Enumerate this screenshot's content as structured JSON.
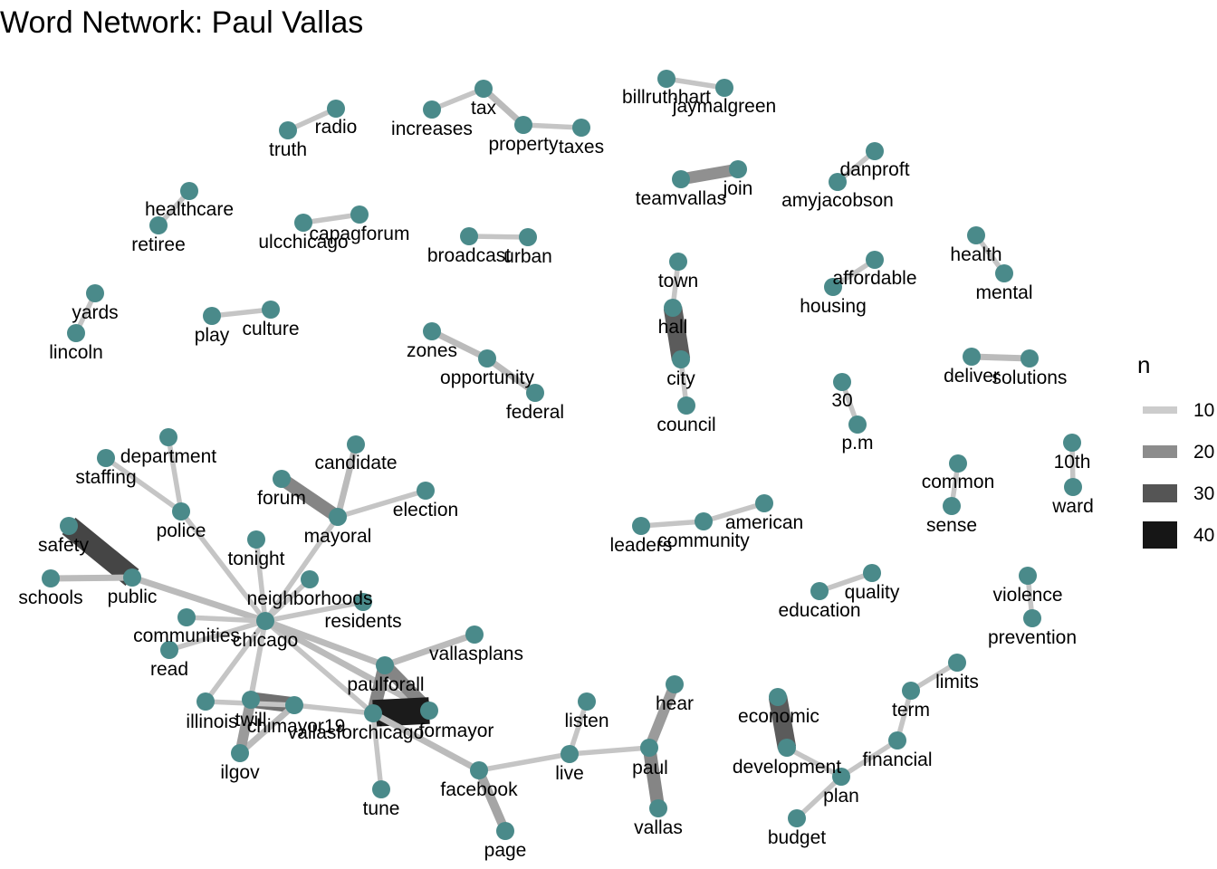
{
  "title": "Word Network: Paul Vallas",
  "node_color": "#4a8a8a",
  "legend": {
    "title": "n",
    "items": [
      {
        "label": "10",
        "color": "#cccccc"
      },
      {
        "label": "20",
        "color": "#8c8c8c"
      },
      {
        "label": "30",
        "color": "#555555"
      },
      {
        "label": "40",
        "color": "#161616"
      }
    ]
  },
  "nodes": [
    {
      "id": "billruthhart",
      "label": "billruthhart"
    },
    {
      "id": "jaymalgreen",
      "label": "jaymalgreen"
    },
    {
      "id": "increases",
      "label": "increases"
    },
    {
      "id": "tax",
      "label": "tax"
    },
    {
      "id": "property",
      "label": "property"
    },
    {
      "id": "taxes",
      "label": "taxes"
    },
    {
      "id": "radio",
      "label": "radio"
    },
    {
      "id": "truth",
      "label": "truth"
    },
    {
      "id": "teamvallas",
      "label": "teamvallas"
    },
    {
      "id": "join",
      "label": "join"
    },
    {
      "id": "danproft",
      "label": "danproft"
    },
    {
      "id": "amyjacobson",
      "label": "amyjacobson"
    },
    {
      "id": "healthcare",
      "label": "healthcare"
    },
    {
      "id": "retiree",
      "label": "retiree"
    },
    {
      "id": "ulcchicago",
      "label": "ulcchicago"
    },
    {
      "id": "capagforum",
      "label": "capagforum"
    },
    {
      "id": "broadcast",
      "label": "broadcast"
    },
    {
      "id": "urban",
      "label": "urban"
    },
    {
      "id": "health",
      "label": "health"
    },
    {
      "id": "mental",
      "label": "mental"
    },
    {
      "id": "town",
      "label": "town"
    },
    {
      "id": "hall",
      "label": "hall"
    },
    {
      "id": "city",
      "label": "city"
    },
    {
      "id": "council",
      "label": "council"
    },
    {
      "id": "affordable",
      "label": "affordable"
    },
    {
      "id": "housing",
      "label": "housing"
    },
    {
      "id": "yards",
      "label": "yards"
    },
    {
      "id": "lincoln",
      "label": "lincoln"
    },
    {
      "id": "play",
      "label": "play"
    },
    {
      "id": "culture",
      "label": "culture"
    },
    {
      "id": "zones",
      "label": "zones"
    },
    {
      "id": "opportunity",
      "label": "opportunity"
    },
    {
      "id": "federal",
      "label": "federal"
    },
    {
      "id": "deliver",
      "label": "deliver"
    },
    {
      "id": "solutions",
      "label": "solutions"
    },
    {
      "id": "30",
      "label": "30"
    },
    {
      "id": "p.m",
      "label": "p.m"
    },
    {
      "id": "department",
      "label": "department"
    },
    {
      "id": "staffing",
      "label": "staffing"
    },
    {
      "id": "candidate",
      "label": "candidate"
    },
    {
      "id": "forum",
      "label": "forum"
    },
    {
      "id": "election",
      "label": "election"
    },
    {
      "id": "mayoral",
      "label": "mayoral"
    },
    {
      "id": "police",
      "label": "police"
    },
    {
      "id": "safety",
      "label": "safety"
    },
    {
      "id": "schools",
      "label": "schools"
    },
    {
      "id": "public",
      "label": "public"
    },
    {
      "id": "tonight",
      "label": "tonight"
    },
    {
      "id": "neighborhoods",
      "label": "neighborhoods"
    },
    {
      "id": "residents",
      "label": "residents"
    },
    {
      "id": "communities",
      "label": "communities"
    },
    {
      "id": "chicago",
      "label": "chicago"
    },
    {
      "id": "read",
      "label": "read"
    },
    {
      "id": "common",
      "label": "common"
    },
    {
      "id": "sense",
      "label": "sense"
    },
    {
      "id": "10th",
      "label": "10th"
    },
    {
      "id": "ward",
      "label": "ward"
    },
    {
      "id": "leaders",
      "label": "leaders"
    },
    {
      "id": "community",
      "label": "community"
    },
    {
      "id": "american",
      "label": "american"
    },
    {
      "id": "education",
      "label": "education"
    },
    {
      "id": "quality",
      "label": "quality"
    },
    {
      "id": "violence",
      "label": "violence"
    },
    {
      "id": "prevention",
      "label": "prevention"
    },
    {
      "id": "vallasplans",
      "label": "vallasplans"
    },
    {
      "id": "paulforall",
      "label": "paulforall"
    },
    {
      "id": "illinois",
      "label": "illinois"
    },
    {
      "id": "twill",
      "label": "twill"
    },
    {
      "id": "chimayor19",
      "label": "chimayor19"
    },
    {
      "id": "vallasforchicago",
      "label": "vallasforchicago"
    },
    {
      "id": "formayor",
      "label": "formayor"
    },
    {
      "id": "ilgov",
      "label": "ilgov"
    },
    {
      "id": "tune",
      "label": "tune"
    },
    {
      "id": "facebook",
      "label": "facebook"
    },
    {
      "id": "page",
      "label": "page"
    },
    {
      "id": "listen",
      "label": "listen"
    },
    {
      "id": "live",
      "label": "live"
    },
    {
      "id": "hear",
      "label": "hear"
    },
    {
      "id": "paul",
      "label": "paul"
    },
    {
      "id": "vallas",
      "label": "vallas"
    },
    {
      "id": "economic",
      "label": "economic"
    },
    {
      "id": "development",
      "label": "development"
    },
    {
      "id": "limits",
      "label": "limits"
    },
    {
      "id": "term",
      "label": "term"
    },
    {
      "id": "financial",
      "label": "financial"
    },
    {
      "id": "plan",
      "label": "plan"
    },
    {
      "id": "budget",
      "label": "budget"
    }
  ],
  "edges": [
    {
      "source": "billruthhart",
      "target": "jaymalgreen",
      "n": 10
    },
    {
      "source": "increases",
      "target": "tax",
      "n": 10
    },
    {
      "source": "tax",
      "target": "property",
      "n": 12
    },
    {
      "source": "property",
      "target": "taxes",
      "n": 10
    },
    {
      "source": "radio",
      "target": "truth",
      "n": 10
    },
    {
      "source": "teamvallas",
      "target": "join",
      "n": 20
    },
    {
      "source": "danproft",
      "target": "amyjacobson",
      "n": 10
    },
    {
      "source": "healthcare",
      "target": "retiree",
      "n": 10
    },
    {
      "source": "ulcchicago",
      "target": "capagforum",
      "n": 10
    },
    {
      "source": "broadcast",
      "target": "urban",
      "n": 10
    },
    {
      "source": "health",
      "target": "mental",
      "n": 10
    },
    {
      "source": "town",
      "target": "hall",
      "n": 10
    },
    {
      "source": "hall",
      "target": "city",
      "n": 30
    },
    {
      "source": "city",
      "target": "council",
      "n": 10
    },
    {
      "source": "affordable",
      "target": "housing",
      "n": 10
    },
    {
      "source": "yards",
      "target": "lincoln",
      "n": 10
    },
    {
      "source": "play",
      "target": "culture",
      "n": 10
    },
    {
      "source": "zones",
      "target": "opportunity",
      "n": 12
    },
    {
      "source": "opportunity",
      "target": "federal",
      "n": 12
    },
    {
      "source": "deliver",
      "target": "solutions",
      "n": 12
    },
    {
      "source": "30",
      "target": "p.m",
      "n": 10
    },
    {
      "source": "department",
      "target": "police",
      "n": 10
    },
    {
      "source": "staffing",
      "target": "police",
      "n": 10
    },
    {
      "source": "police",
      "target": "chicago",
      "n": 10
    },
    {
      "source": "candidate",
      "target": "mayoral",
      "n": 12
    },
    {
      "source": "forum",
      "target": "mayoral",
      "n": 22
    },
    {
      "source": "election",
      "target": "mayoral",
      "n": 10
    },
    {
      "source": "mayoral",
      "target": "chicago",
      "n": 10
    },
    {
      "source": "safety",
      "target": "public",
      "n": 34
    },
    {
      "source": "schools",
      "target": "public",
      "n": 12
    },
    {
      "source": "public",
      "target": "chicago",
      "n": 12
    },
    {
      "source": "tonight",
      "target": "chicago",
      "n": 10
    },
    {
      "source": "neighborhoods",
      "target": "chicago",
      "n": 10
    },
    {
      "source": "residents",
      "target": "chicago",
      "n": 10
    },
    {
      "source": "communities",
      "target": "chicago",
      "n": 10
    },
    {
      "source": "read",
      "target": "chicago",
      "n": 10
    },
    {
      "source": "chicago",
      "target": "illinois",
      "n": 10
    },
    {
      "source": "chicago",
      "target": "twill",
      "n": 10
    },
    {
      "source": "chicago",
      "target": "ilgov",
      "n": 10
    },
    {
      "source": "chicago",
      "target": "vallasforchicago",
      "n": 10
    },
    {
      "source": "chicago",
      "target": "paulforall",
      "n": 12
    },
    {
      "source": "chicago",
      "target": "formayor",
      "n": 12
    },
    {
      "source": "common",
      "target": "sense",
      "n": 10
    },
    {
      "source": "10th",
      "target": "ward",
      "n": 10
    },
    {
      "source": "leaders",
      "target": "community",
      "n": 10
    },
    {
      "source": "community",
      "target": "american",
      "n": 10
    },
    {
      "source": "education",
      "target": "quality",
      "n": 10
    },
    {
      "source": "violence",
      "target": "prevention",
      "n": 10
    },
    {
      "source": "vallasplans",
      "target": "paulforall",
      "n": 12
    },
    {
      "source": "paulforall",
      "target": "vallasforchicago",
      "n": 22
    },
    {
      "source": "paulforall",
      "target": "formayor",
      "n": 22
    },
    {
      "source": "vallasforchicago",
      "target": "formayor",
      "n": 42
    },
    {
      "source": "twill",
      "target": "chimayor19",
      "n": 26
    },
    {
      "source": "chimayor19",
      "target": "ilgov",
      "n": 12
    },
    {
      "source": "twill",
      "target": "ilgov",
      "n": 18
    },
    {
      "source": "illinois",
      "target": "chimayor19",
      "n": 10
    },
    {
      "source": "chimayor19",
      "target": "vallasforchicago",
      "n": 10
    },
    {
      "source": "tune",
      "target": "vallasforchicago",
      "n": 10
    },
    {
      "source": "vallasforchicago",
      "target": "facebook",
      "n": 12
    },
    {
      "source": "facebook",
      "target": "page",
      "n": 16
    },
    {
      "source": "facebook",
      "target": "live",
      "n": 10
    },
    {
      "source": "listen",
      "target": "live",
      "n": 10
    },
    {
      "source": "live",
      "target": "paul",
      "n": 10
    },
    {
      "source": "hear",
      "target": "paul",
      "n": 18
    },
    {
      "source": "paul",
      "target": "vallas",
      "n": 22
    },
    {
      "source": "economic",
      "target": "development",
      "n": 30
    },
    {
      "source": "development",
      "target": "plan",
      "n": 10
    },
    {
      "source": "limits",
      "target": "term",
      "n": 10
    },
    {
      "source": "term",
      "target": "financial",
      "n": 10
    },
    {
      "source": "financial",
      "target": "plan",
      "n": 10
    },
    {
      "source": "plan",
      "target": "budget",
      "n": 10
    }
  ]
}
